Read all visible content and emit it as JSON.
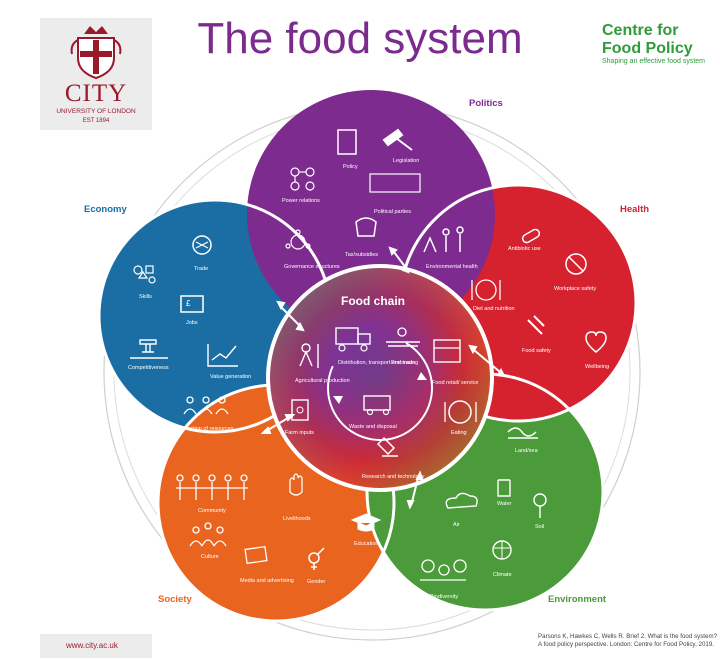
{
  "header": {
    "title": "The food system",
    "org_name": "Centre for Food Policy",
    "org_line1": "Centre for",
    "org_line2": "Food Policy",
    "org_tagline": "Shaping an effective food system"
  },
  "logo": {
    "city": "CITY",
    "university": "UNIVERSITY OF LONDON",
    "est": "EST 1894"
  },
  "footer": {
    "url": "www.city.ac.uk",
    "citation_line1": "Parsons K, Hawkes C, Wells R. Brief 2. What is the food system?",
    "citation_line2": "A food policy perspective. London: Centre for Food Policy, 2019."
  },
  "colors": {
    "politics": "#7d2b8e",
    "economy": "#1a6ea3",
    "health": "#d6222e",
    "society": "#e8641f",
    "environment": "#4b9b3a",
    "title": "#7b2a8d",
    "brand_green": "#2f9b3a",
    "city_red": "#9a1a2c"
  },
  "domains": {
    "politics": {
      "name": "Politics",
      "items": [
        "Policy",
        "Legislation",
        "Power relations",
        "Political parties",
        "Tax/subsidies",
        "Governance structures"
      ]
    },
    "health": {
      "name": "Health",
      "items": [
        "Environmental health",
        "Antibiotic use",
        "Workplace safety",
        "Diet and nutrition",
        "Food safety",
        "Wellbeing"
      ]
    },
    "economy": {
      "name": "Economy",
      "items": [
        "Trade",
        "Skills",
        "Jobs",
        "Competitiveness",
        "Value generation",
        "Allocation of resources"
      ]
    },
    "society": {
      "name": "Society",
      "items": [
        "Community",
        "Livelihoods",
        "Education",
        "Culture",
        "Media and advertising",
        "Gender"
      ]
    },
    "environment": {
      "name": "Environment",
      "items": [
        "Land/sea",
        "Air",
        "Water",
        "Soil",
        "Climate",
        "Biodiversity"
      ]
    }
  },
  "food_chain": {
    "title": "Food chain",
    "stages": [
      "Agricultural production",
      "Distribution, transport and trade",
      "Processing",
      "Food retail/ service",
      "Eating",
      "Waste and disposal",
      "Research and technology",
      "Farm inputs"
    ]
  }
}
